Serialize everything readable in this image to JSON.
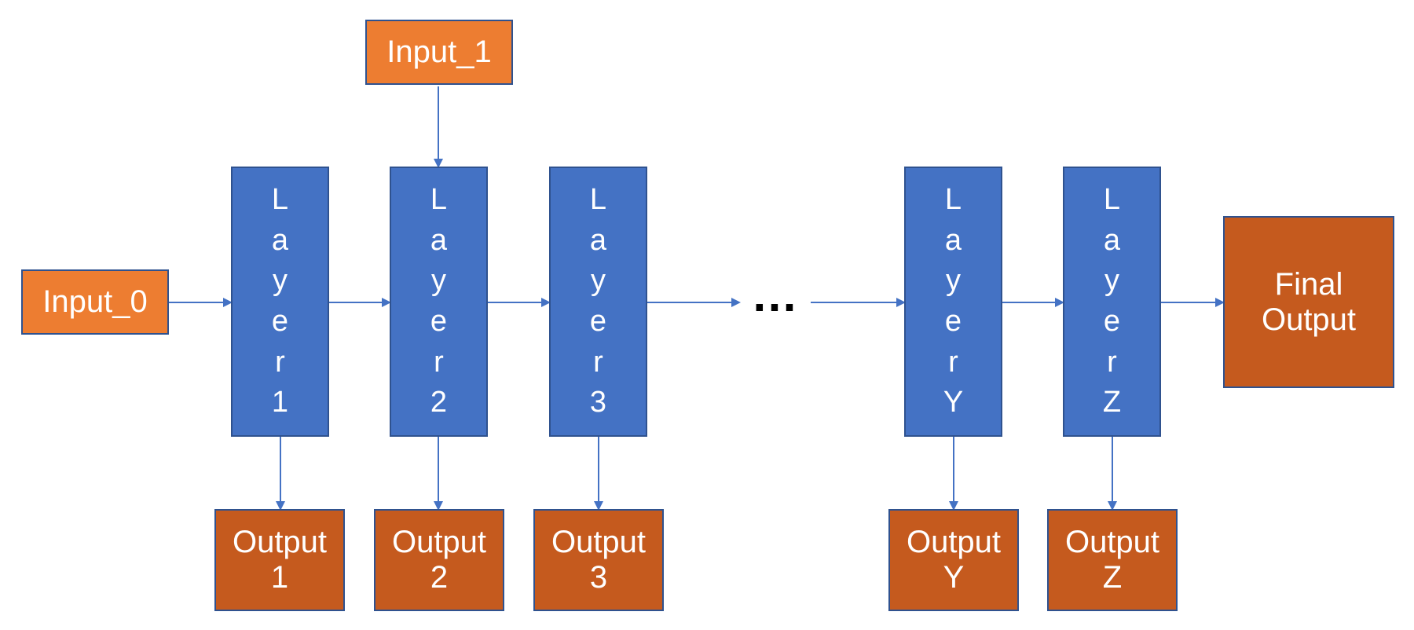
{
  "colors": {
    "input": "#ed7d31",
    "layer": "#4472c4",
    "output": "#c55a1e",
    "border": "#2f528f",
    "arrow": "#4472c4",
    "text": "#ffffff"
  },
  "inputs": [
    "Input_0",
    "Input_1"
  ],
  "layers": [
    "L\na\ny\ne\nr\n1",
    "L\na\ny\ne\nr\n2",
    "L\na\ny\ne\nr\n3",
    "L\na\ny\ne\nr\nY",
    "L\na\ny\ne\nr\nZ"
  ],
  "outputs": [
    "Output\n1",
    "Output\n2",
    "Output\n3",
    "Output\nY",
    "Output\nZ"
  ],
  "ellipsis": "…",
  "final_output": "Final\nOutput"
}
